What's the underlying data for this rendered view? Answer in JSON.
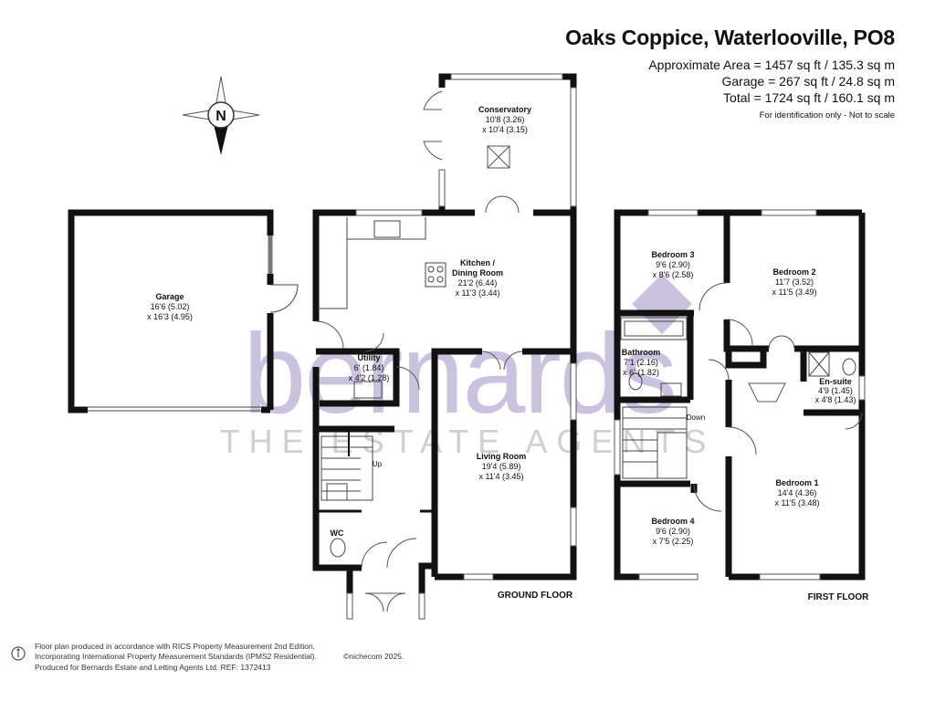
{
  "header": {
    "title": "Oaks Coppice, Waterlooville, PO8",
    "approx_area": "Approximate Area = 1457 sq ft / 135.3 sq m",
    "garage_area": "Garage = 267 sq ft / 24.8 sq m",
    "total_area": "Total = 1724 sq ft / 160.1 sq m",
    "note": "For identification only - Not to scale"
  },
  "compass": {
    "label": "N"
  },
  "watermark": {
    "brand": "bernards",
    "tagline": "THE ESTATE AGENTS"
  },
  "colors": {
    "wall": "#111111",
    "watermark": "#b9aed6",
    "tagline": "#c8c8c8"
  },
  "rooms": {
    "garage": {
      "name": "Garage",
      "dim1": "16'6 (5.02)",
      "dim2": "x 16'3 (4.95)"
    },
    "conservatory": {
      "name": "Conservatory",
      "dim1": "10'8 (3.26)",
      "dim2": "x 10'4 (3.15)"
    },
    "kitchen": {
      "name1": "Kitchen /",
      "name2": "Dining Room",
      "dim1": "21'2 (6.44)",
      "dim2": "x 11'3 (3.44)"
    },
    "utility": {
      "name": "Utility",
      "dim1": "6' (1.84)",
      "dim2": "x 4'2 (1.28)"
    },
    "living": {
      "name": "Living Room",
      "dim1": "19'4 (5.89)",
      "dim2": "x 11'4 (3.45)"
    },
    "wc": {
      "name": "WC"
    },
    "up": {
      "label": "Up"
    },
    "bedroom3": {
      "name": "Bedroom 3",
      "dim1": "9'6 (2.90)",
      "dim2": "x 8'6 (2.58)"
    },
    "bedroom2": {
      "name": "Bedroom 2",
      "dim1": "11'7 (3.52)",
      "dim2": "x 11'5 (3.49)"
    },
    "bathroom": {
      "name": "Bathroom",
      "dim1": "7'1 (2.16)",
      "dim2": "x 6' (1.82)"
    },
    "ensuite": {
      "name": "En-suite",
      "dim1": "4'9 (1.45)",
      "dim2": "x 4'8 (1.43)"
    },
    "down": {
      "label": "Down"
    },
    "bedroom1": {
      "name": "Bedroom 1",
      "dim1": "14'4 (4.36)",
      "dim2": "x 11'5 (3.48)"
    },
    "bedroom4": {
      "name": "Bedroom 4",
      "dim1": "9'6 (2.90)",
      "dim2": "x 7'5 (2.25)"
    }
  },
  "floors": {
    "ground": "GROUND FLOOR",
    "first": "FIRST FLOOR"
  },
  "footer": {
    "line1": "Floor plan produced in accordance with RICS Property Measurement 2nd Edition,",
    "line2": "Incorporating International Property Measurement Standards (IPMS2 Residential).",
    "copyright": "©nichecom 2025.",
    "line3": "Produced for Bernards Estate and Letting Agents Ltd.   REF:  1372413"
  }
}
